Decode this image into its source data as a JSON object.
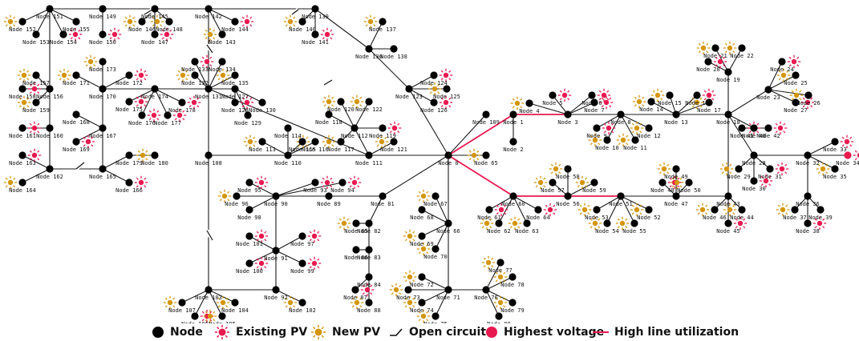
{
  "colors": {
    "node": "#000000",
    "line": "#1a1a1a",
    "existing_pv": "#e8194f",
    "new_pv": "#d4960e",
    "highest_voltage": "#e8194f",
    "high_utilization": "#e8194f"
  },
  "legend": {
    "node": "Node",
    "existing_pv": "Existing PV",
    "new_pv": "New PV",
    "open_circuit": "Open circuit",
    "highest_voltage": "Highest voltage",
    "high_line_utilization": "High line utilization"
  }
}
